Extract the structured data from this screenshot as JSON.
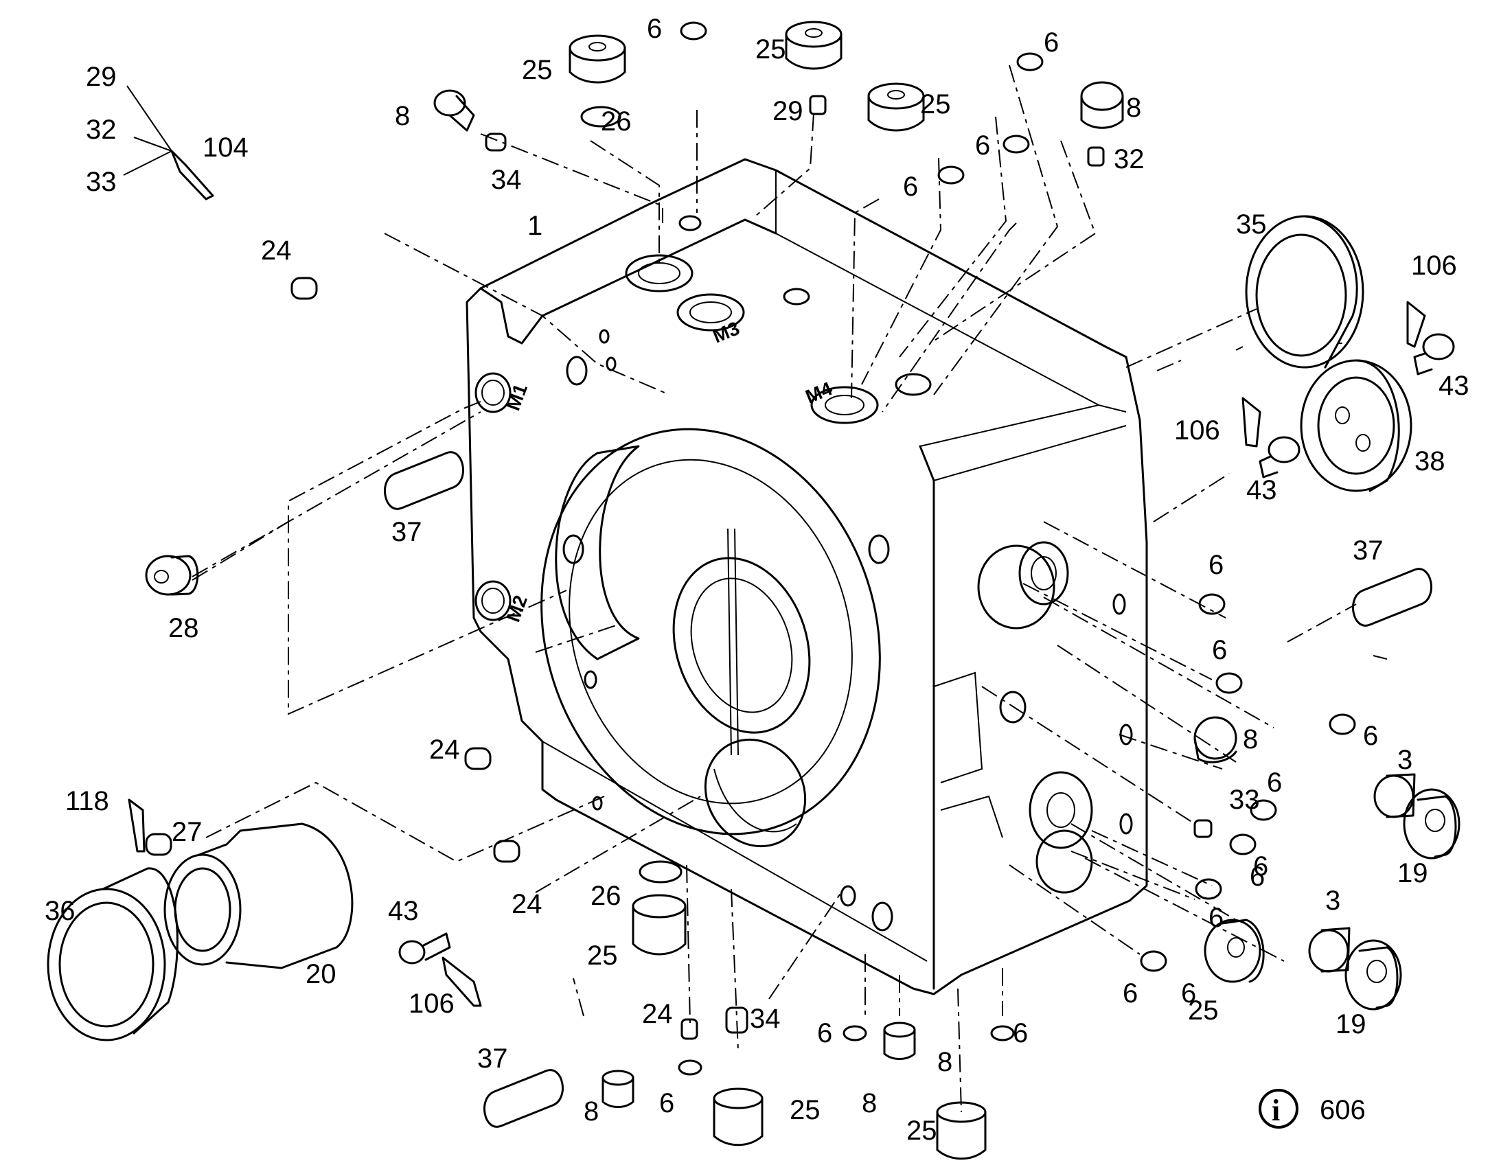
{
  "diagram": {
    "port_marks": {
      "m1": "M1",
      "m2": "M2",
      "m3": "M3",
      "m4": "M4"
    },
    "info": {
      "icon": "info-icon",
      "symbol": "i",
      "text": "606"
    },
    "labels": [
      "29",
      "32",
      "33",
      "104",
      "1",
      "24",
      "37",
      "28",
      "24",
      "118",
      "27",
      "36",
      "20",
      "43",
      "106",
      "24",
      "26",
      "25",
      "37",
      "24",
      "8",
      "6",
      "34",
      "25",
      "6",
      "8",
      "6",
      "8",
      "25",
      "6",
      "25",
      "19",
      "3",
      "6",
      "6",
      "6",
      "33",
      "6",
      "6",
      "8",
      "6",
      "3",
      "19",
      "6",
      "37",
      "6",
      "43",
      "106",
      "38",
      "43",
      "106",
      "35",
      "32",
      "8",
      "6",
      "6",
      "6",
      "25",
      "29",
      "25",
      "6",
      "25",
      "26",
      "8",
      "34"
    ]
  }
}
